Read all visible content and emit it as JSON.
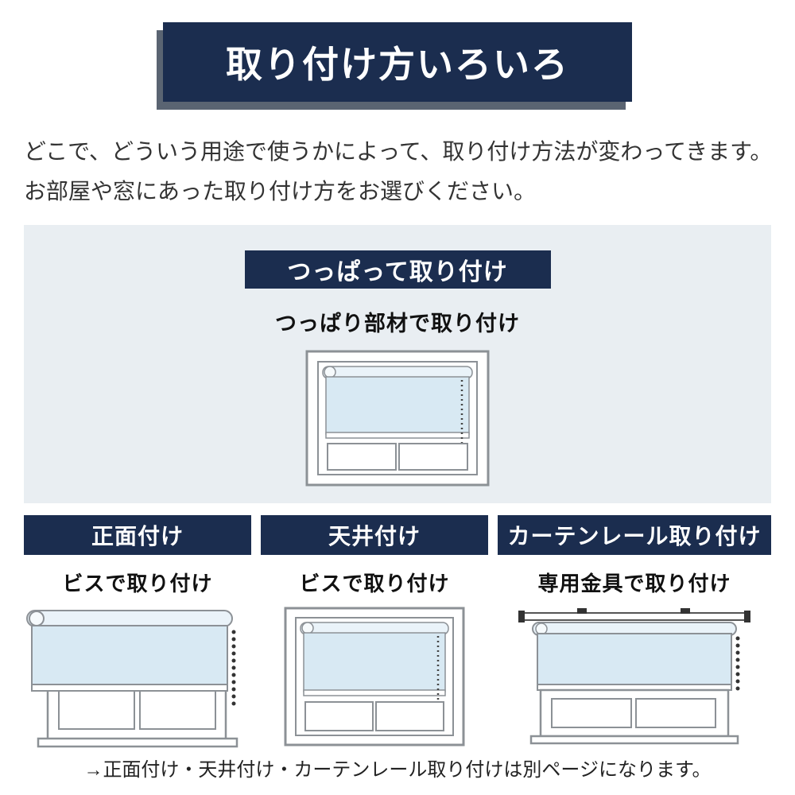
{
  "page": {
    "title": "取り付け方いろいろ",
    "intro_line1": "どこで、どういう用途で使うかによって、取り付け方法が変わってきます。",
    "intro_line2": "お部屋や窓にあった取り付け方をお選びください。",
    "footer_note": "→正面付け・天井付け・カーテンレール取り付けは別ページになります。"
  },
  "featured": {
    "header": "つっぱって取り付け",
    "subtitle": "つっぱり部材で取り付け",
    "illustration": "tension-mounted roller shade inside window frame"
  },
  "methods": [
    {
      "header": "正面付け",
      "subtitle": "ビスで取り付け",
      "illustration": "wall-front mounted roller shade over window"
    },
    {
      "header": "天井付け",
      "subtitle": "ビスで取り付け",
      "illustration": "ceiling mounted roller shade inside window recess"
    },
    {
      "header": "カーテンレール取り付け",
      "subtitle": "専用金具で取り付け",
      "illustration": "roller shade hung from curtain rail above window"
    }
  ],
  "colors": {
    "navy": "#1b2d4f",
    "banner_shadow": "#5a6472",
    "section_bg": "#e9eef2",
    "shade_blue": "#d8e9f3",
    "roller_blue": "#eaf3f9",
    "frame_stroke": "#8c9196"
  }
}
